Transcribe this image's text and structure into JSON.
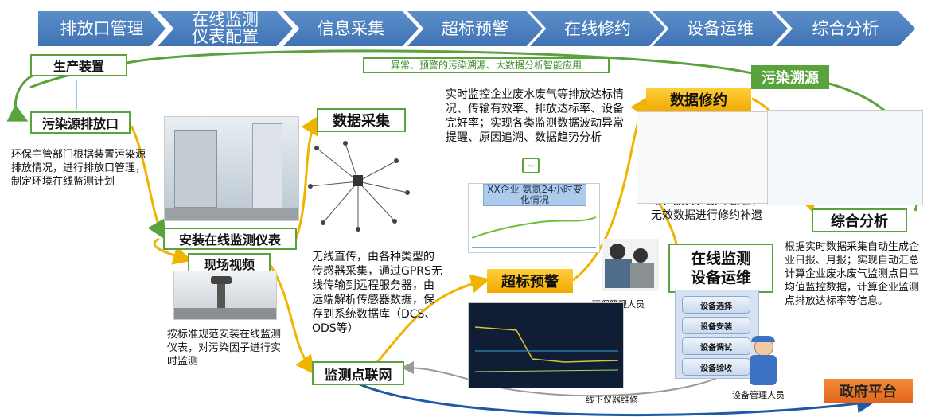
{
  "steps": [
    "排放口管理",
    "在线监测\n仪表配置",
    "信息采集",
    "超标预警",
    "在线修约",
    "设备运维",
    "综合分析"
  ],
  "boxes": {
    "production": "生产装置",
    "outlet": "污染源排放口",
    "install": "安装在线监测仪表",
    "video": "现场视频",
    "collect": "数据采集",
    "network": "监测点联网",
    "alarm": "超标预警",
    "revise": "数据修约",
    "ops": "在线监测\n设备运维",
    "analysis": "综合分析",
    "trace": "污染溯源",
    "gov": "政府平台"
  },
  "banner": "异常、预警的污染溯源、大数据分析智能应用",
  "texts": {
    "env_manage": "环保主管部门根据装置污染源排放情况，进行排放口管理，制定环境在线监测计划",
    "install_desc": "按标准规范安装在线监测仪表，对污染因子进行实时监测",
    "wireless": "无线直传，由各种类型的传感器采集，通过GPRS无线传输到远程服务器，由远端解析传感器数据，保存到系统数据库（DCS、ODS等）",
    "monitor": "实时监控企业废水废气等排放达标情况、传输有效率、排放达标率、设备完好率；实现各类监测数据波动异常提醒、原因追溯、数据趋势分析",
    "judge": "判断企业废水废气在线数据的有效性，自动找出上传数据中存在的异常、缺失、故障数据，无效数据进行修约补遗",
    "report": "根据实时数据采集自动生成企业日报、月报；实现自动汇总计算企业废水废气监测点日平均值监控数据，计算企业监测点排放达标率等信息。",
    "env_staff": "环保管理人员",
    "offline": "线下仪器维修",
    "equip_staff": "设备管理人员",
    "chart_title": "XX企业 氨氮24小时变化情况"
  },
  "ops_buttons": [
    "设备选择",
    "设备安装",
    "设备调试",
    "设备验收"
  ],
  "colors": {
    "chevron": "#4a7fc1",
    "green_border": "#5aa33c",
    "gold": "#f5b301",
    "flow_yellow": "#f0b400",
    "flow_blue": "#1e5aa8"
  }
}
